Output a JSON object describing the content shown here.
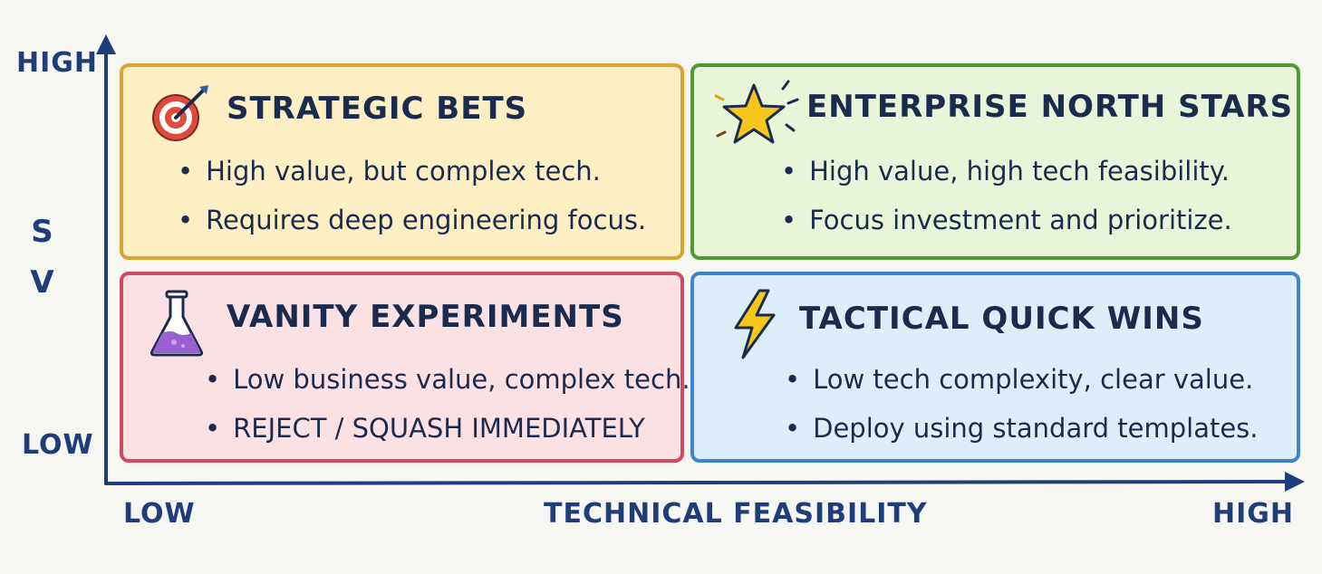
{
  "axes": {
    "y_high": "HIGH",
    "y_low": "LOW",
    "y_title": "S V",
    "x_low": "LOW",
    "x_title": "TECHNICAL FEASIBILITY",
    "x_high": "HIGH",
    "axis_color": "#1f3d7a"
  },
  "quadrants": {
    "top_left": {
      "title": "STRATEGIC BETS",
      "icon": "target-icon",
      "bullets": [
        "High value, but complex tech.",
        "Requires deep engineering focus."
      ],
      "fill": "#fcefc4",
      "border": "#d9a431"
    },
    "top_right": {
      "title": "ENTERPRISE NORTH STARS",
      "icon": "star-icon",
      "bullets": [
        "High value, high tech feasibility.",
        "Focus investment and prioritize."
      ],
      "fill": "#e9f5d8",
      "border": "#4f9a35"
    },
    "bottom_left": {
      "title": "VANITY EXPERIMENTS",
      "icon": "flask-icon",
      "bullets": [
        "Low business value, complex tech.",
        "REJECT / SQUASH IMMEDIATELY"
      ],
      "fill": "#fbe0e4",
      "border": "#cf4a62"
    },
    "bottom_right": {
      "title": "TACTICAL QUICK WINS",
      "icon": "lightning-icon",
      "bullets": [
        "Low tech complexity, clear value.",
        "Deploy using standard templates."
      ],
      "fill": "#ddeefb",
      "border": "#3f84cf"
    }
  }
}
